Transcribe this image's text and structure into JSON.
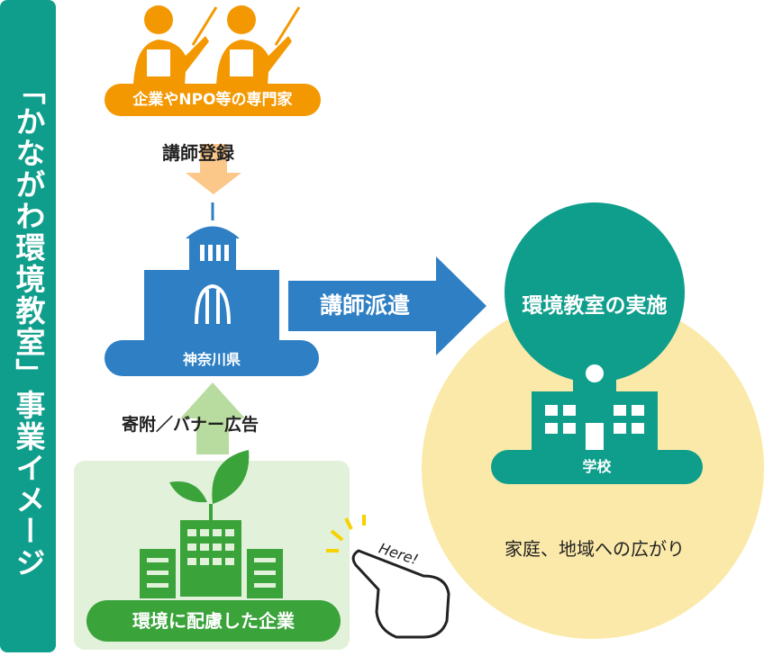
{
  "side_title": "「かながわ環境教室」事業イメージ",
  "experts": {
    "label": "企業やNPO等の専門家"
  },
  "arrow_register": {
    "label": "講師登録"
  },
  "prefecture": {
    "label": "神奈川県"
  },
  "arrow_dispatch": {
    "label": "講師派遣"
  },
  "arrow_donation": {
    "label": "寄附／バナー広告"
  },
  "school_circle": {
    "title": "環境教室の実施",
    "school_label": "学校"
  },
  "spread": {
    "label": "家庭、地域への広がり"
  },
  "companies": {
    "label": "環境に配慮した企業"
  },
  "hand": {
    "text": "Here!"
  },
  "colors": {
    "teal": "#0f9e8c",
    "orange": "#f39800",
    "blue": "#2e7fc4",
    "green": "#3aa33a",
    "light_orange": "#fbc88a",
    "light_green": "#b8dca0",
    "cream": "#fbe9a9",
    "green_box": "#e2f1da"
  }
}
